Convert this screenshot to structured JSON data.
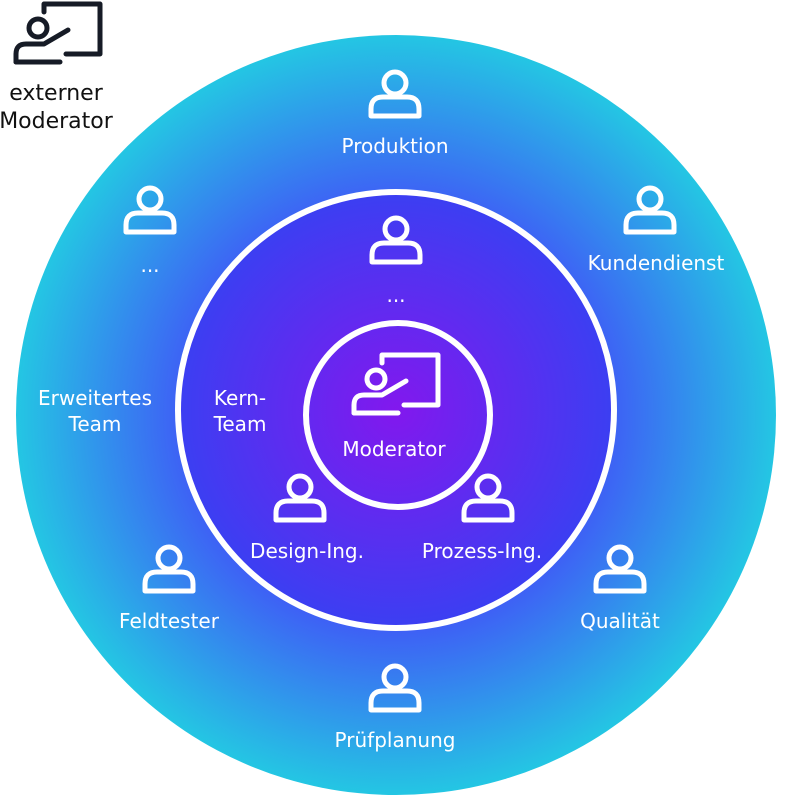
{
  "colors": {
    "outer_edge": "#24c6e3",
    "outer_mid": "#3f5cf6",
    "inner_edge": "#3b3ff2",
    "center": "#8218ee",
    "ring": "#ffffff",
    "dark_icon": "#161b26"
  },
  "external": {
    "icon": "presenter-icon",
    "line1": "externer",
    "line2": "Moderator"
  },
  "center": {
    "icon": "presenter-icon",
    "label": "Moderator"
  },
  "core": {
    "title_line1": "Kern-",
    "title_line2": "Team",
    "members": {
      "top": "...",
      "design": "Design-Ing.",
      "prozess": "Prozess-Ing."
    }
  },
  "extended": {
    "title_line1": "Erweitertes",
    "title_line2": "Team",
    "members": {
      "produktion": "Produktion",
      "kundendienst": "Kundendienst",
      "qualitaet": "Qualität",
      "pruefplanung": "Prüfplanung",
      "feldtester": "Feldtester",
      "more": "..."
    }
  }
}
